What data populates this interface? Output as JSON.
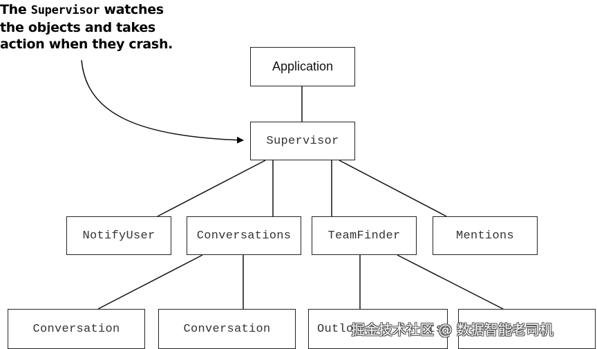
{
  "annotation": {
    "line1_before": "The ",
    "line1_code": "Supervisor",
    "line1_after": " watches",
    "line2": "the objects and takes",
    "line3": "action when they crash."
  },
  "nodes": {
    "application": "Application",
    "supervisor": "Supervisor",
    "notify_user": "NotifyUser",
    "conversations": "Conversations",
    "team_finder": "TeamFinder",
    "mentions": "Mentions",
    "conversation_1": "Conversation",
    "conversation_2": "Conversation",
    "outlook_partial": "Outlo",
    "dots_partial": "ts"
  },
  "watermark": "掘金技术社区 @ 数据智能老司机"
}
